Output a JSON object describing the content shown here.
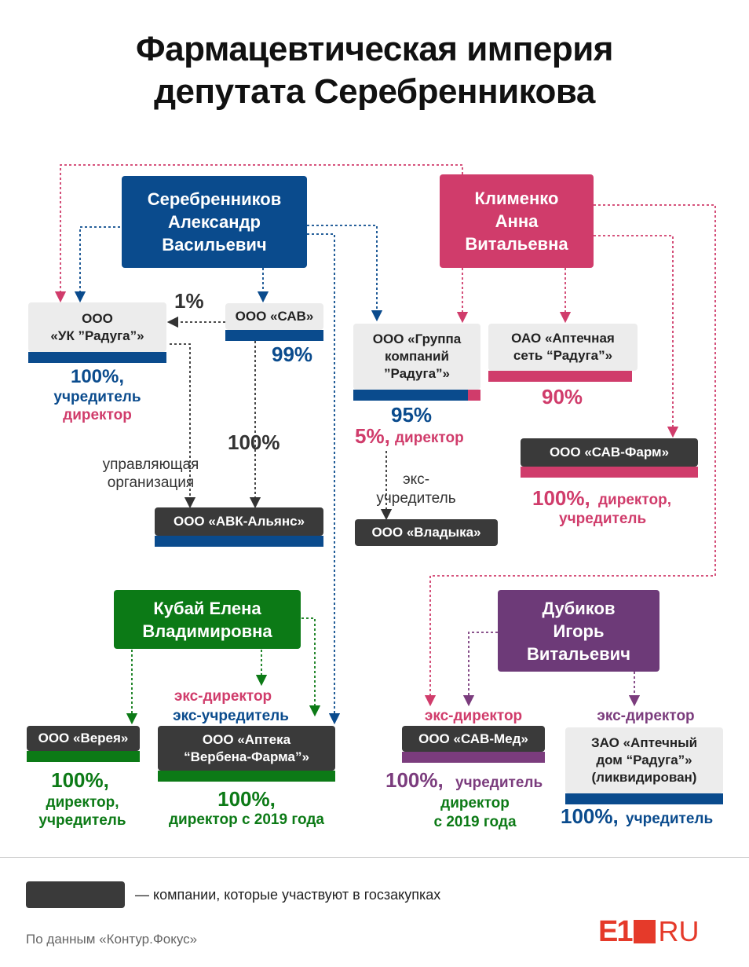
{
  "title": "Фармацевтическая империя\nдепутата Серебренникова",
  "people": {
    "serebrennikov": "Серебренников\nАлександр\nВасильевич",
    "klimenko": "Клименко\nАнна\nВитальевна",
    "kubai": "Кубай Елена\nВладимировна",
    "dubikov": "Дубиков\nИгорь\nВитальевич"
  },
  "companies": {
    "uk_raduga": "ООО\n«УК ”Радуга”»",
    "sav": "ООО «САВ»",
    "gk_raduga": "ООО «Группа\nкомпаний\n”Радуга”»",
    "apteka_set": "ОАО «Аптечная\nсеть “Радуга”»",
    "sav_farm": "ООО «САВ-Фарм»",
    "avk_alyans": "ООО «АВК-Альянс»",
    "vladyka": "ООО «Владыка»",
    "vereya": "ООО «Верея»",
    "verbena": "ООО «Аптека\n“Вербена-Фарма”»",
    "sav_med": "ООО «САВ-Мед»",
    "apteka_dom": "ЗАО «Аптечный\nдом “Радуга”»\n(ликвидирован)"
  },
  "labels": {
    "pct_1": "1%",
    "uk_100": "100%,",
    "uk_founder": "учредитель",
    "uk_director": "директор",
    "sav_99": "99%",
    "sav_avk_100": "100%",
    "managing_org": "управляющая\nорганизация",
    "gk_95": "95%",
    "gk_5": "5%,",
    "gk_director": "директор",
    "ex_founder_vladyka": "экс-\nучредитель",
    "apteka_90": "90%",
    "savfarm_100": "100%,",
    "savfarm_role1": "директор,",
    "savfarm_role2": "учредитель",
    "verbena_ex_dir": "экс-директор",
    "verbena_ex_founder": "экс-учредитель",
    "vereya_100": "100%,",
    "vereya_roles": "директор,\nучредитель",
    "verbena_100": "100%,",
    "verbena_dir": "директор с 2019 года",
    "savmed_ex_dir": "экс-директор",
    "savmed_100": "100%,",
    "savmed_founder": "учредитель",
    "savmed_dir": "директор\nс 2019 года",
    "dom_ex_dir": "экс-директор",
    "dom_100": "100%,",
    "dom_founder": "учредитель"
  },
  "legend": {
    "text": "— компании, которые участвуют в госзакупках"
  },
  "source": "По данным «Контур.Фокус»",
  "logo": {
    "e1": "E1",
    "ru": "RU"
  },
  "colors": {
    "blue": "#0a4b8d",
    "pink": "#d03c6b",
    "green": "#0c7a16",
    "purple": "#7b3c7d",
    "dark": "#3a3a3a",
    "light": "#ececec"
  }
}
